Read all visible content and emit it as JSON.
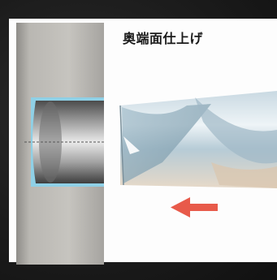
{
  "caption": "奥端面仕上げ",
  "colors": {
    "background": "#1a1a1a",
    "panel": "#fdfdfd",
    "workpiece": "#b4b2ad",
    "coolant_edge": "#8fd0e6",
    "arrow": "#e85a4a"
  },
  "illustration": {
    "workpiece": "metal-block-with-pocket",
    "tool": "end-mill-tool",
    "direction": "left"
  }
}
